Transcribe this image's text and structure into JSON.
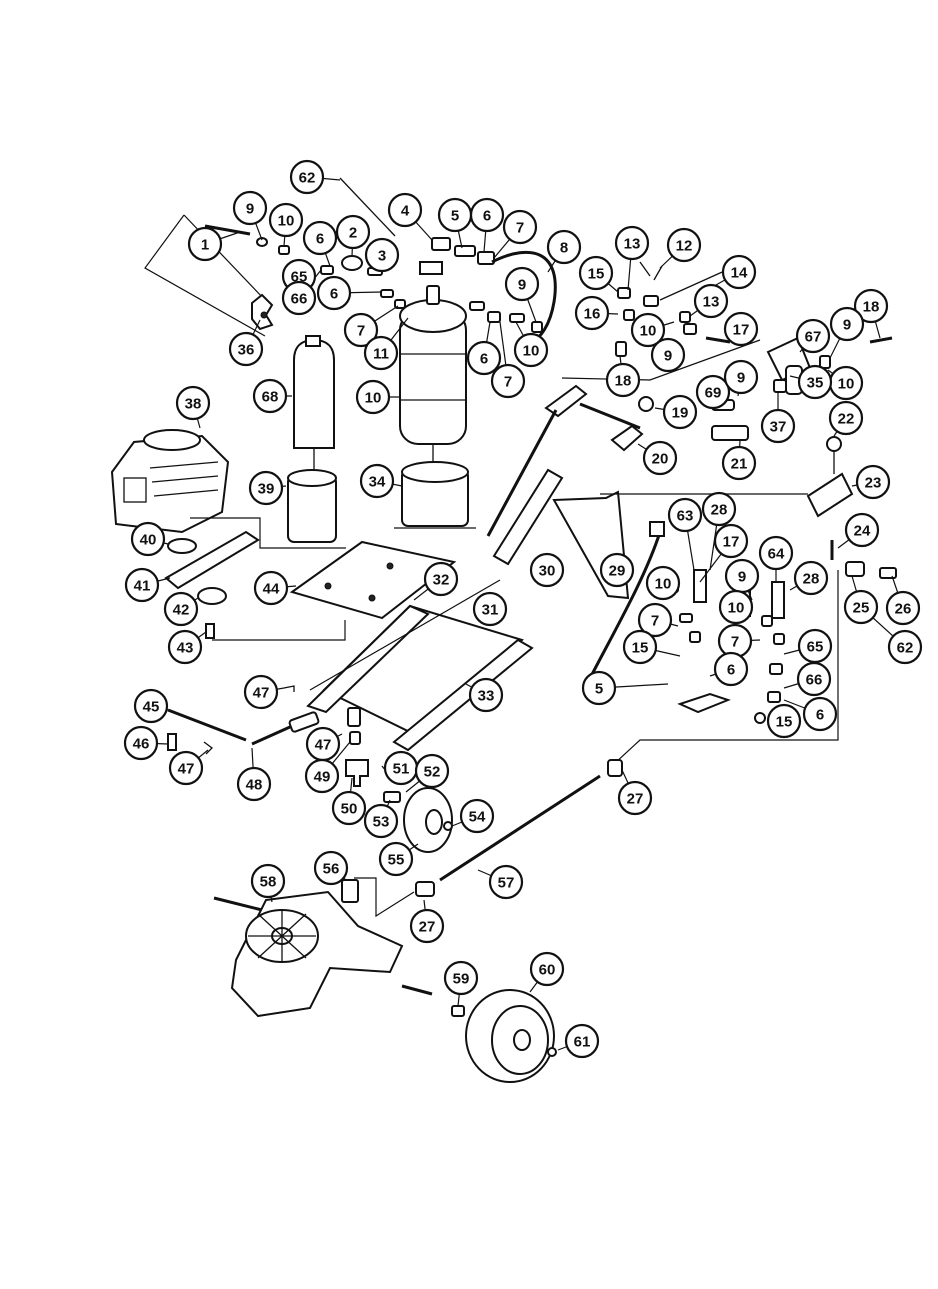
{
  "callouts": [
    {
      "label": "1"
    },
    {
      "label": "9"
    },
    {
      "label": "10"
    },
    {
      "label": "62"
    },
    {
      "label": "4"
    },
    {
      "label": "5"
    },
    {
      "label": "6"
    },
    {
      "label": "7"
    },
    {
      "label": "8"
    },
    {
      "label": "13"
    },
    {
      "label": "12"
    },
    {
      "label": "65"
    },
    {
      "label": "6"
    },
    {
      "label": "2"
    },
    {
      "label": "3"
    },
    {
      "label": "66"
    },
    {
      "label": "6"
    },
    {
      "label": "9"
    },
    {
      "label": "15"
    },
    {
      "label": "14"
    },
    {
      "label": "16"
    },
    {
      "label": "13"
    },
    {
      "label": "7"
    },
    {
      "label": "11"
    },
    {
      "label": "10"
    },
    {
      "label": "10"
    },
    {
      "label": "17"
    },
    {
      "label": "18"
    },
    {
      "label": "36"
    },
    {
      "label": "6"
    },
    {
      "label": "7"
    },
    {
      "label": "9"
    },
    {
      "label": "67"
    },
    {
      "label": "9"
    },
    {
      "label": "18"
    },
    {
      "label": "10"
    },
    {
      "label": "69"
    },
    {
      "label": "9"
    },
    {
      "label": "37"
    },
    {
      "label": "35"
    },
    {
      "label": "68"
    },
    {
      "label": "10"
    },
    {
      "label": "19"
    },
    {
      "label": "22"
    },
    {
      "label": "38"
    },
    {
      "label": "20"
    },
    {
      "label": "21"
    },
    {
      "label": "23"
    },
    {
      "label": "39"
    },
    {
      "label": "34"
    },
    {
      "label": "63"
    },
    {
      "label": "28"
    },
    {
      "label": "24"
    },
    {
      "label": "40"
    },
    {
      "label": "17"
    },
    {
      "label": "64"
    },
    {
      "label": "30"
    },
    {
      "label": "29"
    },
    {
      "label": "9"
    },
    {
      "label": "28"
    },
    {
      "label": "41"
    },
    {
      "label": "44"
    },
    {
      "label": "32"
    },
    {
      "label": "10"
    },
    {
      "label": "25"
    },
    {
      "label": "26"
    },
    {
      "label": "42"
    },
    {
      "label": "31"
    },
    {
      "label": "10"
    },
    {
      "label": "7"
    },
    {
      "label": "62"
    },
    {
      "label": "43"
    },
    {
      "label": "15"
    },
    {
      "label": "7"
    },
    {
      "label": "65"
    },
    {
      "label": "6"
    },
    {
      "label": "66"
    },
    {
      "label": "5"
    },
    {
      "label": "47"
    },
    {
      "label": "33"
    },
    {
      "label": "45"
    },
    {
      "label": "6"
    },
    {
      "label": "15"
    },
    {
      "label": "46"
    },
    {
      "label": "47"
    },
    {
      "label": "51"
    },
    {
      "label": "52"
    },
    {
      "label": "47"
    },
    {
      "label": "48"
    },
    {
      "label": "49"
    },
    {
      "label": "27"
    },
    {
      "label": "50"
    },
    {
      "label": "53"
    },
    {
      "label": "54"
    },
    {
      "label": "55"
    },
    {
      "label": "56"
    },
    {
      "label": "57"
    },
    {
      "label": "58"
    },
    {
      "label": "27"
    },
    {
      "label": "59"
    },
    {
      "label": "60"
    },
    {
      "label": "61"
    }
  ]
}
